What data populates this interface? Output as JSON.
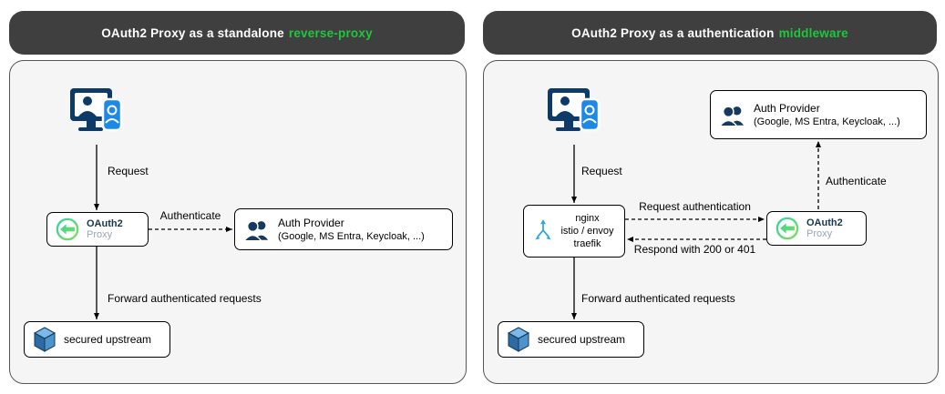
{
  "left_panel": {
    "title": {
      "prefix": "OAuth2 Proxy as a standalone",
      "highlight": "reverse-proxy"
    },
    "edge_labels": {
      "request": "Request",
      "authenticate": "Authenticate",
      "forward": "Forward authenticated requests"
    },
    "oauth2_proxy": {
      "name": "OAuth2",
      "sub": "Proxy"
    },
    "auth_provider": {
      "title": "Auth Provider",
      "subtitle": "(Google, MS Entra, Keycloak, ...)"
    },
    "secured_upstream": {
      "label": "secured upstream"
    }
  },
  "right_panel": {
    "title": {
      "prefix": "OAuth2 Proxy as a authentication",
      "highlight": "middleware"
    },
    "edge_labels": {
      "request": "Request",
      "request_authentication": "Request authentication",
      "respond": "Respond with 200 or 401",
      "authenticate": "Authenticate",
      "forward": "Forward authenticated requests"
    },
    "proxy_stack": {
      "line1": "nginx",
      "line2": "istio / envoy",
      "line3": "traefik"
    },
    "oauth2_proxy": {
      "name": "OAuth2",
      "sub": "Proxy"
    },
    "auth_provider": {
      "title": "Auth Provider",
      "subtitle": "(Google, MS Entra, Keycloak, ...)"
    },
    "secured_upstream": {
      "label": "secured upstream"
    }
  },
  "colors": {
    "header_bg": "#3f3f3f",
    "highlight_green": "#1ec73c",
    "panel_bg": "#f5f5f6",
    "icon_navy": "#0d3a66",
    "icon_blue": "#1e88e5",
    "icon_light_blue": "#2aa7e0",
    "logo_teal": "#36d1a0",
    "logo_green": "#7ddf5a"
  }
}
